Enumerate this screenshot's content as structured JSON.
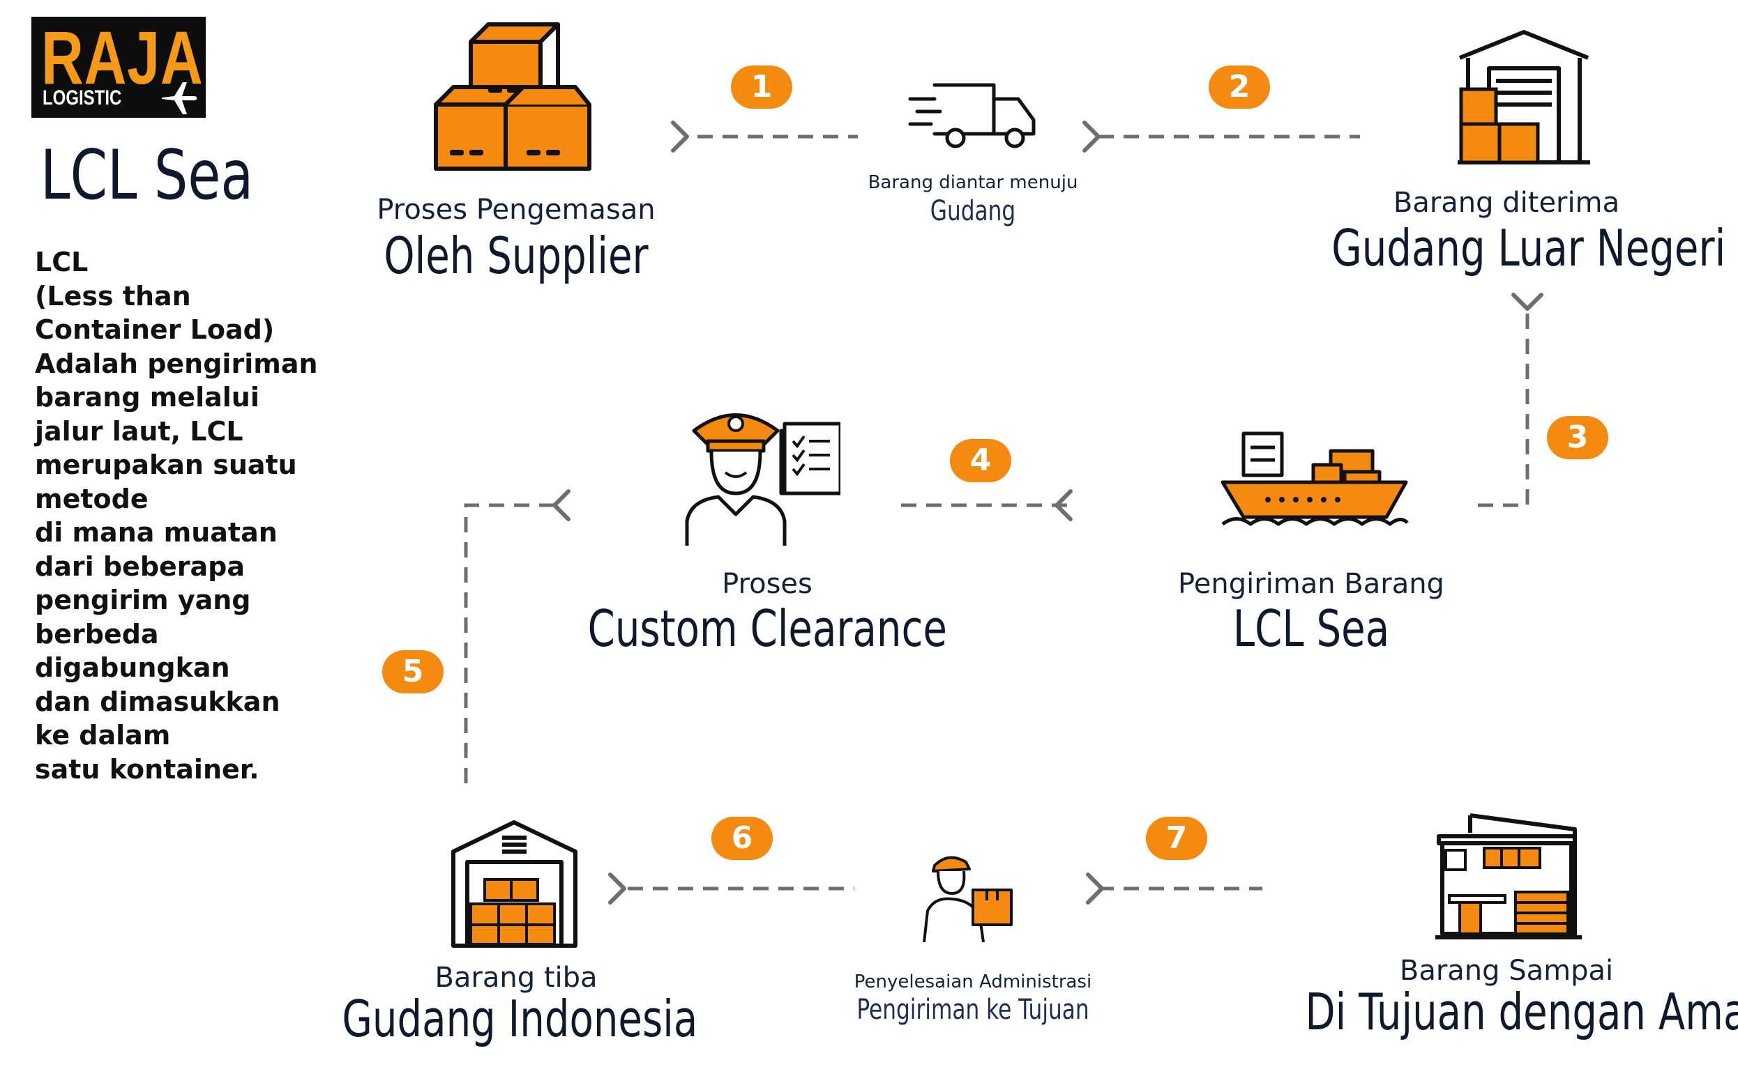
{
  "logo": {
    "main": "RAJA",
    "sub": "LOGISTIC"
  },
  "title": "LCL Sea",
  "description": [
    "LCL",
    "(Less than",
    "Container Load)",
    "Adalah pengiriman",
    "barang melalui",
    "jalur laut, LCL",
    "merupakan suatu",
    "metode",
    "di mana muatan",
    "dari beberapa",
    "pengirim yang",
    "berbeda",
    "digabungkan",
    "dan dimasukkan",
    "ke dalam",
    "satu kontainer."
  ],
  "steps": {
    "packing": {
      "line1": "Proses Pengemasan",
      "line2": "Oleh Supplier"
    },
    "delivery": {
      "line1": "Barang diantar menuju",
      "line2": "Gudang"
    },
    "warehouse_abroad": {
      "line1": "Barang diterima",
      "line2": "Gudang Luar Negeri"
    },
    "shipping": {
      "line1": "Pengiriman Barang",
      "line2": "LCL Sea"
    },
    "clearance": {
      "line1": "Proses",
      "line2": "Custom Clearance"
    },
    "warehouse_id": {
      "line1": "Barang tiba",
      "line2": "Gudang Indonesia"
    },
    "admin": {
      "line1": "Penyelesaian Administrasi",
      "line2": "Pengiriman ke Tujuan"
    },
    "arrived": {
      "line1": "Barang Sampai",
      "line2": "Di Tujuan dengan Aman"
    }
  },
  "badges": [
    "1",
    "2",
    "3",
    "4",
    "5",
    "6",
    "7"
  ],
  "colors": {
    "accent": "#f58a10",
    "dark": "#0e1a2b",
    "connector": "#6e6e6e"
  },
  "icons": [
    "plane-icon",
    "boxes-icon",
    "delivery-truck-icon",
    "warehouse-icon",
    "cargo-ship-icon",
    "customs-officer-icon",
    "warehouse-boxes-icon",
    "courier-icon",
    "building-icon"
  ]
}
